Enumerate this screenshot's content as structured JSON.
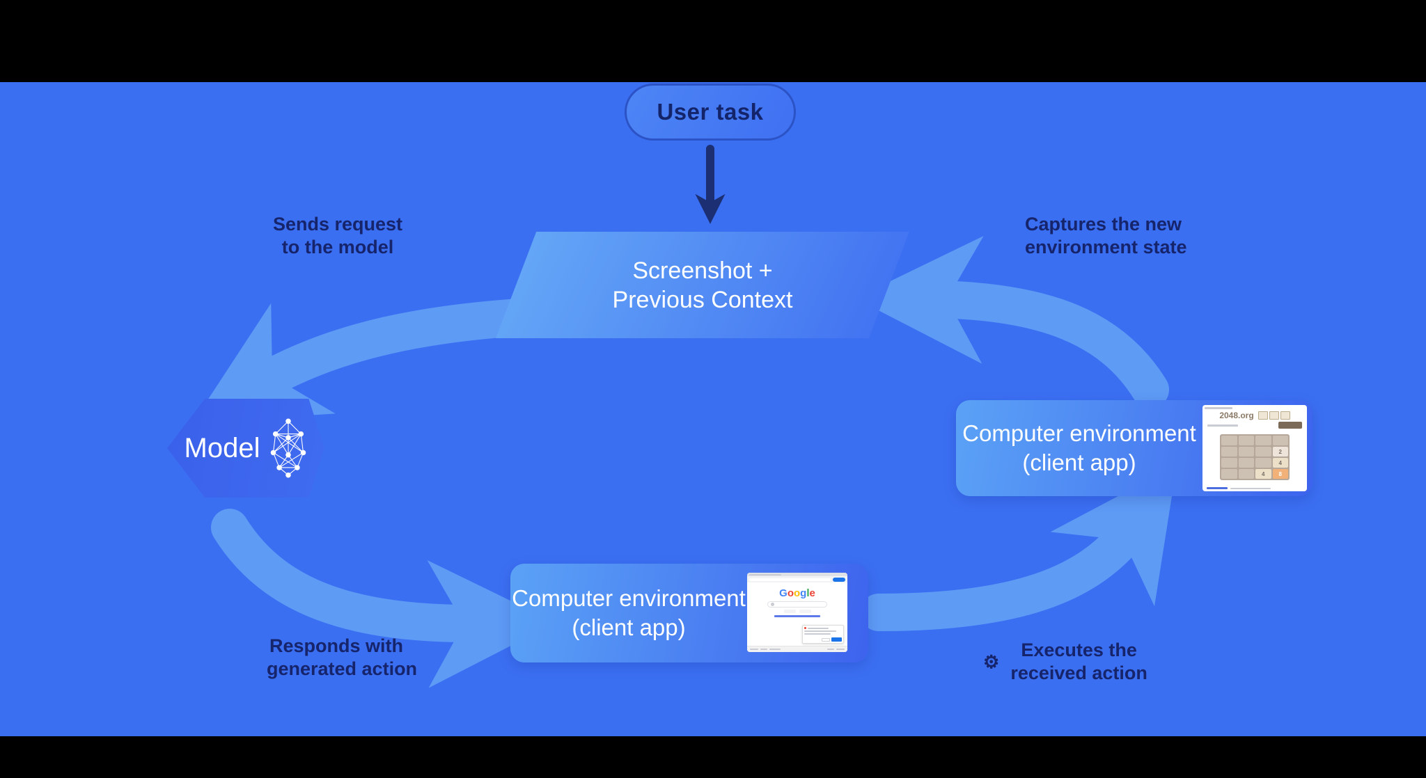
{
  "title_pill": {
    "label": "User task"
  },
  "context_node": {
    "label": "Screenshot + Previous Context"
  },
  "model_node": {
    "label": "Model",
    "icon": "neural-network-icon"
  },
  "env_right": {
    "label_line1": "Computer environment",
    "label_line2": "(client app)",
    "screenshot": {
      "site": "2048.org",
      "tiles": [
        "2",
        "4",
        "4",
        "8"
      ]
    }
  },
  "env_bottom": {
    "label_line1": "Computer environment",
    "label_line2": "(client app)",
    "screenshot": {
      "logo_letters": [
        "G",
        "o",
        "o",
        "g",
        "l",
        "e"
      ]
    }
  },
  "arrow_labels": {
    "top_left": {
      "line1": "Sends request",
      "line2": "to the model"
    },
    "top_right": {
      "line1": "Captures the new",
      "line2": "environment state"
    },
    "bottom_left": {
      "line1": "Responds with",
      "line2": "generated action"
    },
    "bottom_right": {
      "icon": "gear-icon",
      "icon_glyph": "⚙",
      "line1": "Executes the",
      "line2": "received action"
    }
  },
  "colors": {
    "background_blue": "#3b6ff2",
    "arrow_blue": "#5e9bf5",
    "label_navy": "#16246b",
    "node_gradient_start": "#5ba2f6",
    "node_gradient_end": "#3d63ee",
    "pill_border": "#2b53c6",
    "tile_orange": "#f2b179",
    "google_blue": "#1a73e8"
  }
}
